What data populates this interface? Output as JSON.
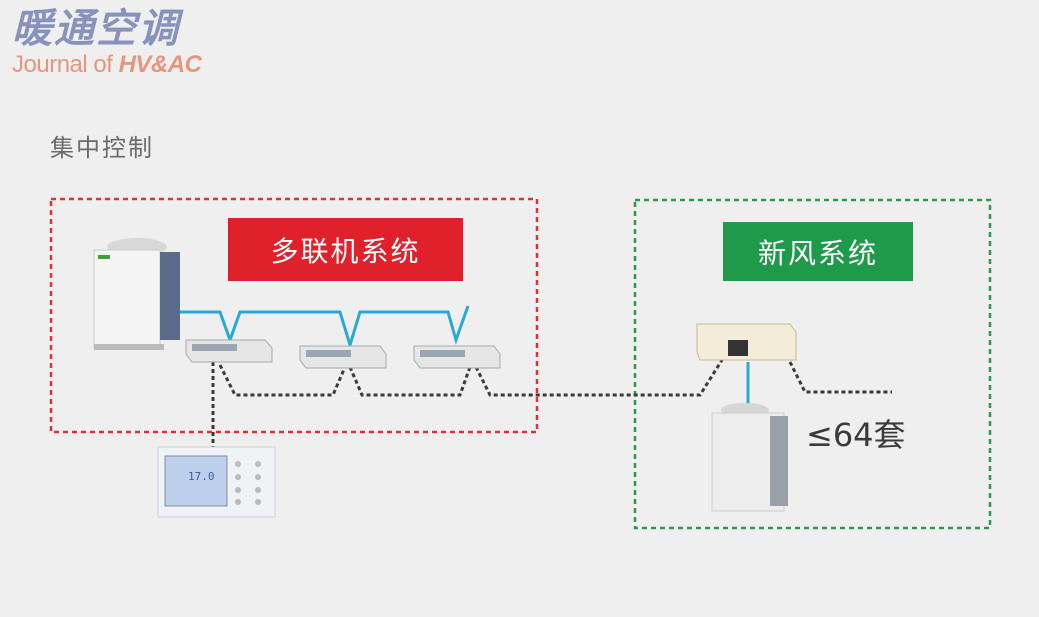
{
  "logo": {
    "cn": "暖通空调",
    "en_prefix": "Journal of ",
    "en_bold": "HV&AC"
  },
  "heading": "集中控制",
  "vrf_system": {
    "label": "多联机系统",
    "color": "#e0202b"
  },
  "fresh_air_system": {
    "label": "新风系统",
    "color": "#1e9a4a",
    "count": "≤64套"
  },
  "controller": {
    "display_value": "17.0"
  },
  "colors": {
    "pipe": "#2aa8d8",
    "signal": "#3a3a3a"
  }
}
